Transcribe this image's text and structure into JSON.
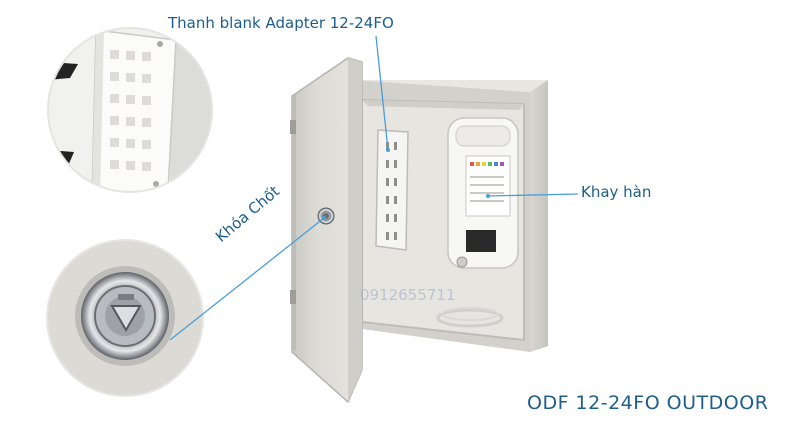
{
  "labels": {
    "thanh_blank": "Thanh blank  Adapter 12-24FO",
    "khay_han": "Khay hàn",
    "khoa_chot": "Khóa Chốt",
    "product_name": "ODF 12-24FO OUTDOOR"
  },
  "watermark": "0912655711",
  "colors": {
    "label_text": "#1d5e8c",
    "callout_line": "#4a9ed6",
    "cabinet_body": "#e2e1dc",
    "background": "#ffffff"
  }
}
